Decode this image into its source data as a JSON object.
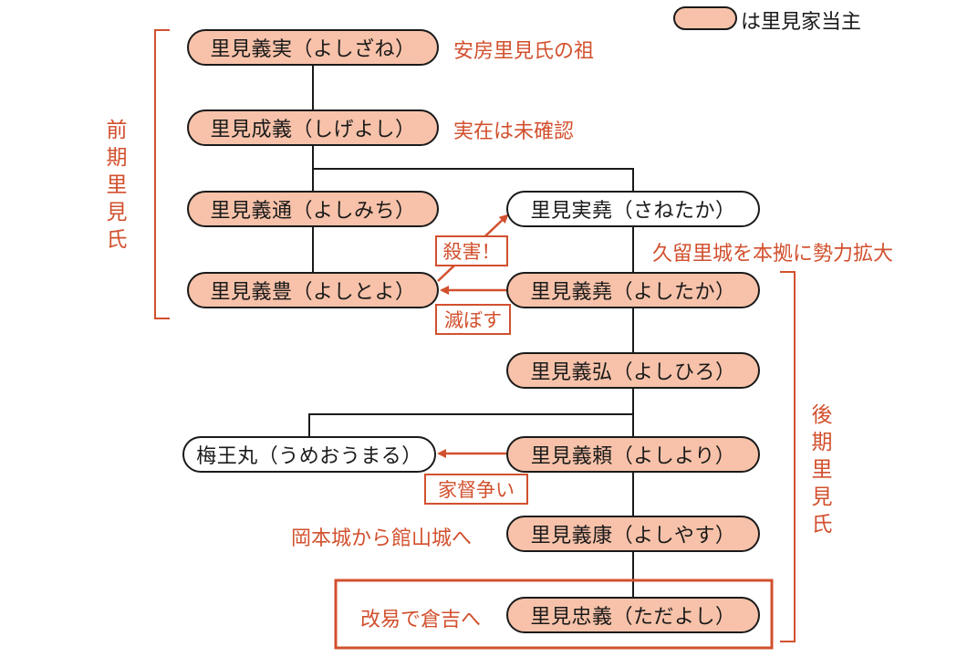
{
  "legend": {
    "text": "は里見家当主",
    "swatch_color": "#f7c2a9"
  },
  "periods": {
    "early": "前期里見氏",
    "later": "後期里見氏"
  },
  "people": {
    "yoshizane": "里見義実（よしざね）",
    "shigeyoshi": "里見成義（しげよし）",
    "yoshimichi": "里見義通（よしみち）",
    "yoshitoyo": "里見義豊（よしとよ）",
    "sanetaka": "里見実堯（さねたか）",
    "yoshitaka": "里見義堯（よしたか）",
    "yoshihiro": "里見義弘（よしひろ）",
    "yoshiyori": "里見義頼（よしより）",
    "umeomaru": "梅王丸（うめおうまる）",
    "yoshiyasu": "里見義康（よしやす）",
    "tadayoshi": "里見忠義（ただよし）"
  },
  "notes": {
    "yoshizane": "安房里見氏の祖",
    "shigeyoshi": "実在は未確認",
    "kururi": "久留里城を本拠に勢力拡大",
    "okamoto": "岡本城から館山城へ",
    "kaieki": "改易で倉吉へ"
  },
  "events": {
    "satsugai": "殺害！",
    "horobosu": "滅ぼす",
    "katoku": "家督争い"
  },
  "colors": {
    "head_fill": "#f7c2a9",
    "accent_red": "#d2502e",
    "line": "#1a1a1a"
  }
}
